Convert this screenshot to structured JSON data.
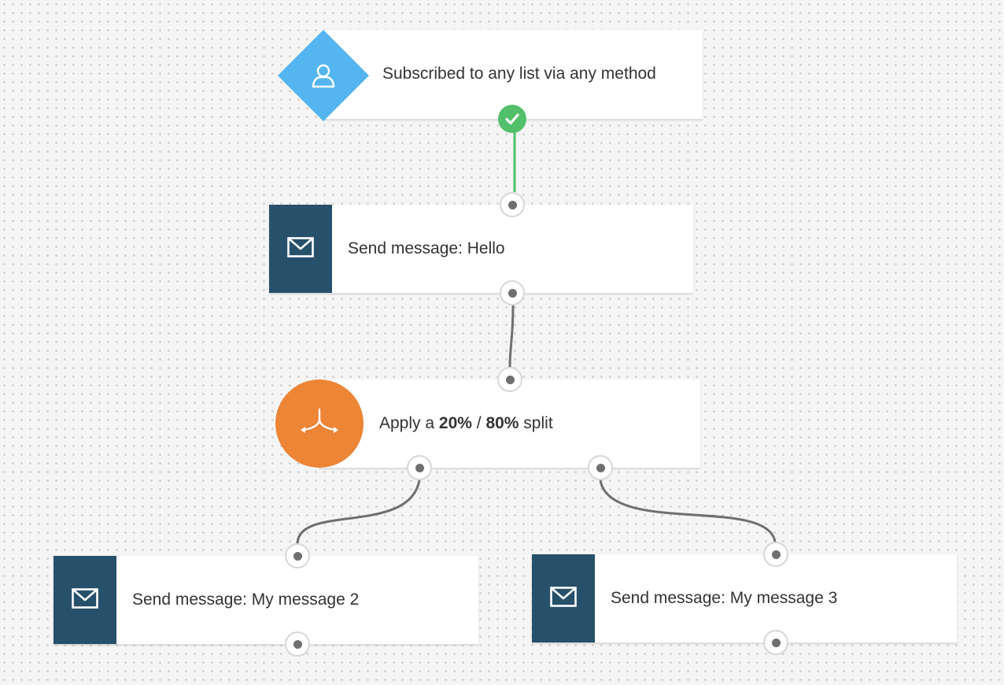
{
  "trigger": {
    "label": "Subscribed to any list via any method",
    "icon": "user-icon",
    "color": "#54b5f0"
  },
  "status_icon": "check-icon",
  "status_color": "#52c06a",
  "nodes": {
    "hello": {
      "label": "Send message: Hello",
      "icon": "envelope-icon"
    },
    "split": {
      "prefix": "Apply a ",
      "percent_a": "20%",
      "separator": " / ",
      "percent_b": "80%",
      "suffix": " split",
      "icon": "split-arrows-icon",
      "color": "#ed8536"
    },
    "message2": {
      "label": "Send message: My message 2",
      "icon": "envelope-icon"
    },
    "message3": {
      "label": "Send message: My message 3",
      "icon": "envelope-icon"
    }
  },
  "colors": {
    "canvas": "#f5f5f5",
    "message_block": "#27506b",
    "connector": "#6f6f6f",
    "active_connector": "#52c06a"
  }
}
